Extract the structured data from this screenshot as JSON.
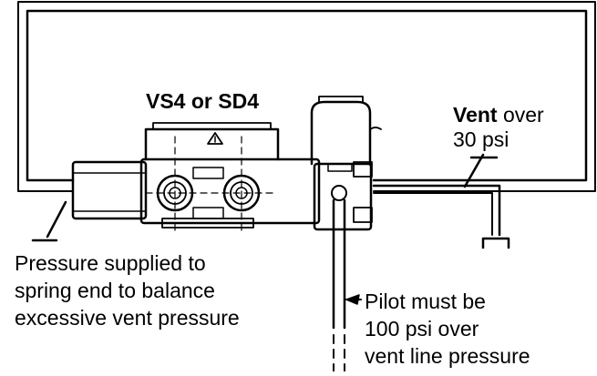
{
  "labels": {
    "valve_model": "VS4 or SD4",
    "vent_bold": "Vent",
    "vent_rest": " over",
    "vent_line2": "30 psi",
    "pressure_line1": "Pressure supplied to",
    "pressure_line2": "spring end to balance",
    "pressure_line3": "excessive vent pressure",
    "pilot_line1": "Pilot must be",
    "pilot_line2": "100 psi over",
    "pilot_line3": "vent line pressure"
  },
  "colors": {
    "line": "#000000",
    "background": "#ffffff"
  }
}
